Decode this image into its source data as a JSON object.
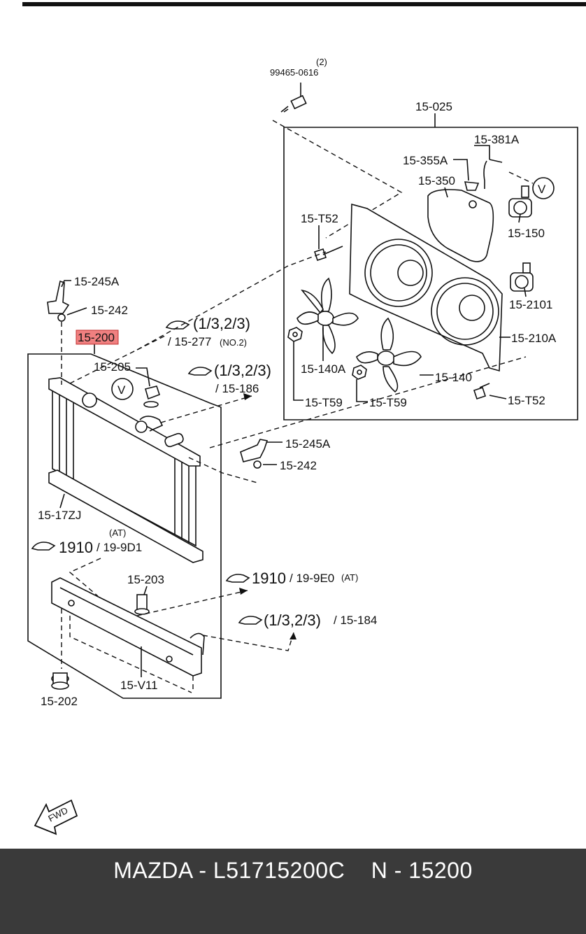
{
  "labels": {
    "bolt_qty": "(2)",
    "bolt_part": "99465-0616",
    "fan_assembly": "15-025",
    "hose_381a": "15-381A",
    "cap_355a": "15-355A",
    "reservoir": "15-350",
    "motor_150": "15-150",
    "bolt_t52_top": "15-T52",
    "resistor": "15-2101",
    "shroud": "15-210A",
    "fan_140a": "15-140A",
    "fan_140": "15-140",
    "nut_t59_a": "15-T59",
    "nut_t59_b": "15-T59",
    "bolt_t52_bottom": "15-T52",
    "bracket_245a_top": "15-245A",
    "cushion_242_top": "15-242",
    "radiator": "15-200",
    "cap_205": "15-205",
    "bracket_245a_mid": "15-245A",
    "cushion_242_mid": "15-242",
    "seal_17zj": "15-17ZJ",
    "at_label": "(AT)",
    "drain_203": "15-203",
    "mount_202": "15-202",
    "tank_v11": "15-V11"
  },
  "refs": {
    "ref_277_main": "(1/3,2/3)",
    "ref_277_sub": "/ 15-277",
    "ref_277_note": "(NO.2)",
    "ref_186_main": "(1/3,2/3)",
    "ref_186_sub": "/ 15-186",
    "ref_9d1_main": "1910",
    "ref_9d1_sub": "/ 19-9D1",
    "ref_9e0_main": "1910",
    "ref_9e0_sub": "/ 19-9E0",
    "ref_9e0_note": "(AT)",
    "ref_184_main": "(1/3,2/3)",
    "ref_184_sub": "/ 15-184"
  },
  "markers": {
    "v": "V"
  },
  "fwd": "FWD",
  "footer": {
    "caption": "MAZDA - L51715200C    N - 15200"
  },
  "colors": {
    "highlight": "#f08080",
    "footer_bg": "#3a3a3a",
    "footer_text": "#ffffff"
  }
}
